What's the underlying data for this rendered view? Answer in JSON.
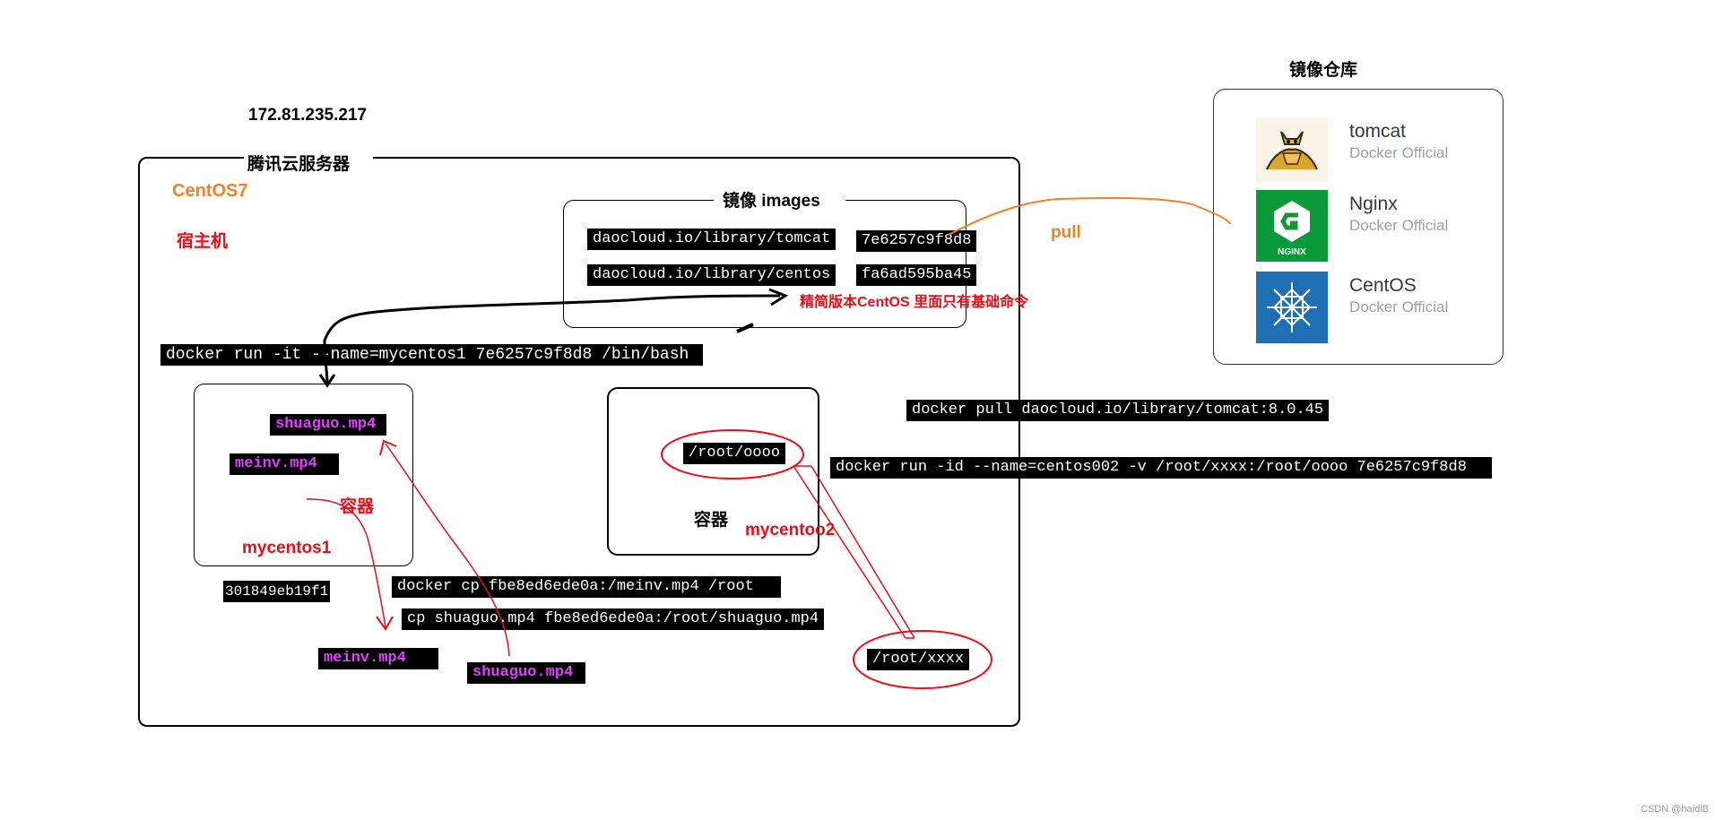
{
  "ip": "172.81.235.217",
  "server": {
    "title": "腾讯云服务器",
    "os": "CentOS7",
    "host_label": "宿主机"
  },
  "images_box": {
    "title": "镜像 images",
    "rows": [
      {
        "name": "daocloud.io/library/tomcat",
        "id": "7e6257c9f8d8"
      },
      {
        "name": "daocloud.io/library/centos",
        "id": "fa6ad595ba45"
      }
    ],
    "note": "精简版本CentOS 里面只有基础命令"
  },
  "commands": {
    "run_it": "docker run -it --name=mycentos1 7e6257c9f8d8 /bin/bash",
    "pull": "docker pull daocloud.io/library/tomcat:8.0.45",
    "run_id": "docker run -id --name=centos002 -v /root/xxxx:/root/oooo 7e6257c9f8d8",
    "cp_from": "docker cp fbe8ed6ede0a:/meinv.mp4 /root",
    "cp_to": "cp shuaguo.mp4 fbe8ed6ede0a:/root/shuaguo.mp4"
  },
  "container1": {
    "file1": "shuaguo.mp4",
    "file2": "meinv.mp4",
    "label": "容器",
    "name": "mycentos1",
    "id": "301849eb19f1"
  },
  "container2": {
    "path": "/root/oooo",
    "label": "容器",
    "name": "mycentoo2"
  },
  "host_files": {
    "file1": "meinv.mp4",
    "file2": "shuaguo.mp4",
    "host_path": "/root/xxxx"
  },
  "pull_label": "pull",
  "registry": {
    "title": "镜像仓库",
    "items": [
      {
        "name": "tomcat",
        "sub": "Docker Official",
        "icon": "tomcat-icon"
      },
      {
        "name": "Nginx",
        "sub": "Docker Official",
        "icon": "nginx-icon"
      },
      {
        "name": "CentOS",
        "sub": "Docker Official",
        "icon": "centos-icon"
      }
    ]
  },
  "watermark": "CSDN @haidiB",
  "colors": {
    "orange": "#f08226",
    "red": "#e3101a",
    "magenta": "#e040fb",
    "nginx_green": "#0a9a3a",
    "centos_blue": "#1f6fb4"
  }
}
